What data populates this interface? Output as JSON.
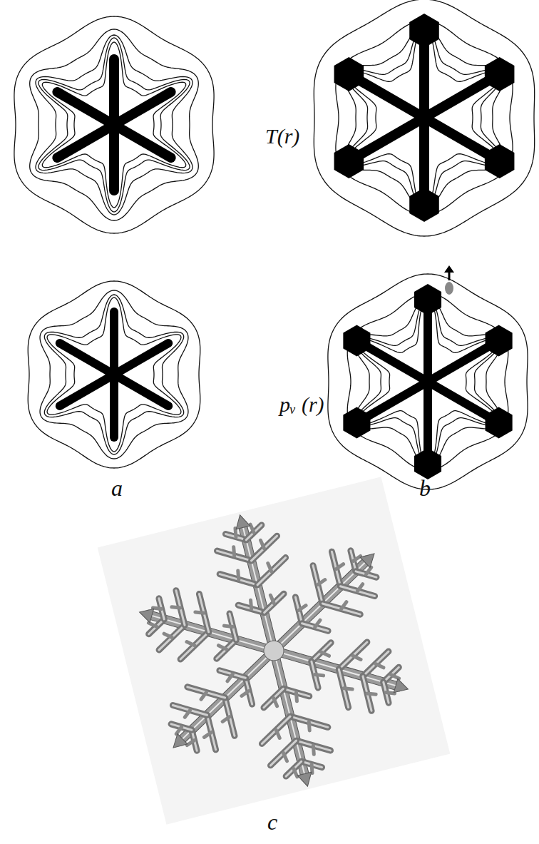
{
  "diagram": {
    "labels": [
      "T(r)",
      "pᵥ (r)",
      "a",
      "b",
      "c"
    ]
  }
}
